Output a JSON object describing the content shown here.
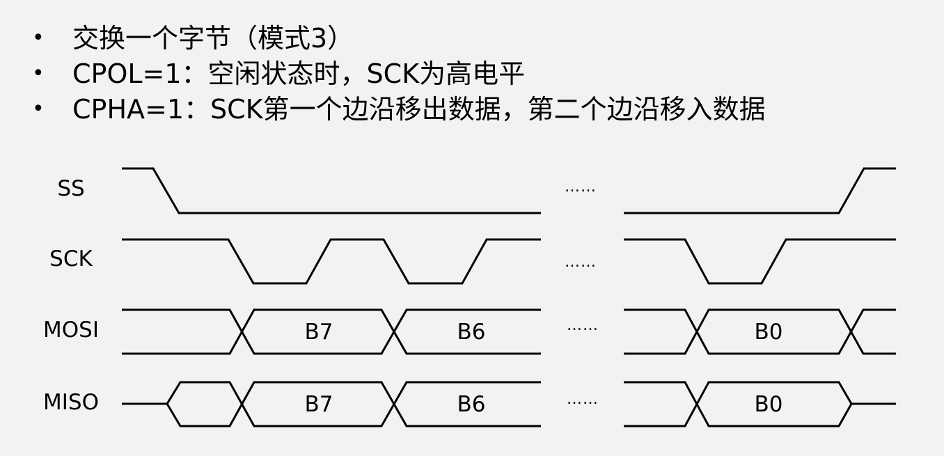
{
  "bullets": [
    {
      "symbol": "•",
      "text": "交换一个字节（模式3）"
    },
    {
      "symbol": "•",
      "text": "CPOL=1：空闲状态时，SCK为高电平"
    },
    {
      "symbol": "•",
      "text": "CPHA=1：SCK第一个边沿移出数据，第二个边沿移入数据"
    }
  ],
  "signals": {
    "ss": {
      "label": "SS"
    },
    "sck": {
      "label": "SCK"
    },
    "mosi": {
      "label": "MOSI",
      "bytes": [
        "B7",
        "B6",
        "B0"
      ]
    },
    "miso": {
      "label": "MISO",
      "bytes": [
        "B7",
        "B6",
        "B0"
      ]
    }
  },
  "ellipsis": "……"
}
